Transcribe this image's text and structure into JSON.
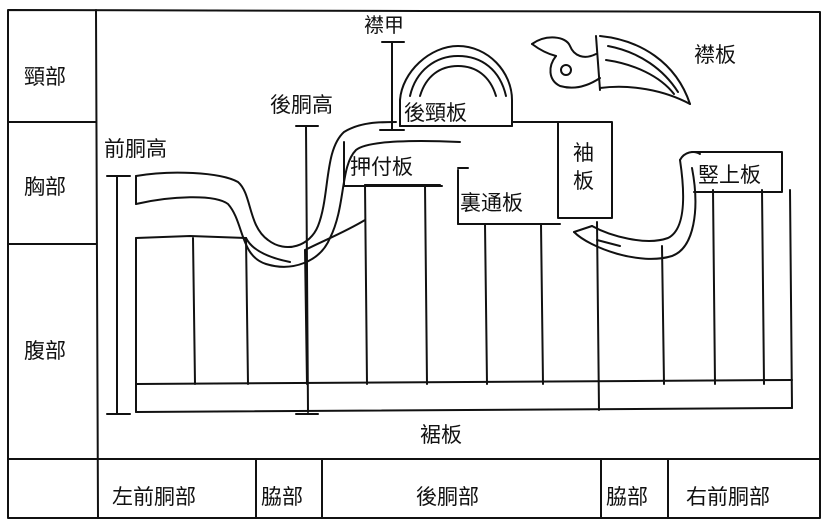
{
  "side_labels": {
    "neck": "頸部",
    "chest": "胸部",
    "abdomen": "腹部"
  },
  "bottom_labels": {
    "left_front": "左前胴部",
    "left_side": "脇部",
    "back": "後胴部",
    "right_side": "脇部",
    "right_front": "右前胴部"
  },
  "part_labels": {
    "collar_armor": "襟甲",
    "collar_plate": "襟板",
    "back_height": "後胴高",
    "front_height": "前胴高",
    "back_neck_plate": "後頸板",
    "pressing_plate": "押付板",
    "sleeve_plate_line1": "袖",
    "sleeve_plate_line2": "板",
    "inner_passage_plate": "裏通板",
    "vertical_top_plate": "竪上板",
    "skirt_plate": "裾板"
  },
  "colors": {
    "ink": "#111111",
    "background": "#ffffff"
  }
}
